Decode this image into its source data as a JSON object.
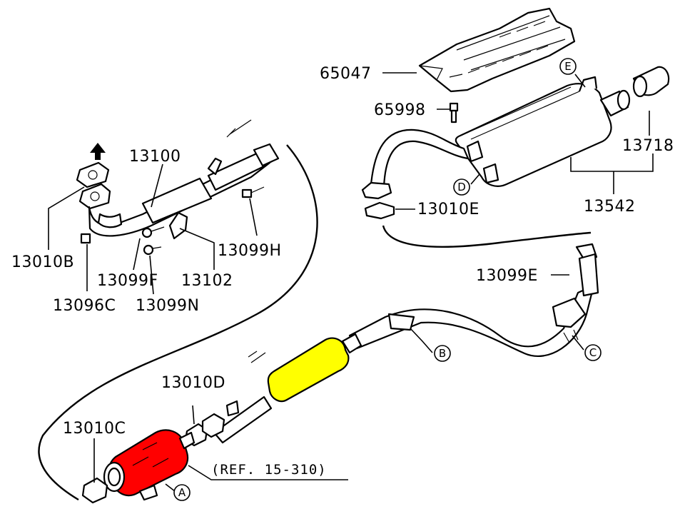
{
  "labels": {
    "p65047": "65047",
    "p65998": "65998",
    "p13718": "13718",
    "p13542": "13542",
    "p13010E": "13010E",
    "p13100": "13100",
    "p13010B": "13010B",
    "p13099H": "13099H",
    "p13099F": "13099F",
    "p13102": "13102",
    "p13096C": "13096C",
    "p13099N": "13099N",
    "p13099E": "13099E",
    "p13010D": "13010D",
    "p13010C": "13010C",
    "ref": "(REF. 15-310)"
  },
  "callouts": {
    "a": "A",
    "b": "B",
    "c": "C",
    "d": "D",
    "e": "E"
  },
  "colors": {
    "catalytic_converter": "#ff0000",
    "center_resonator": "#ffff00",
    "outline": "#000000",
    "background": "#ffffff"
  }
}
